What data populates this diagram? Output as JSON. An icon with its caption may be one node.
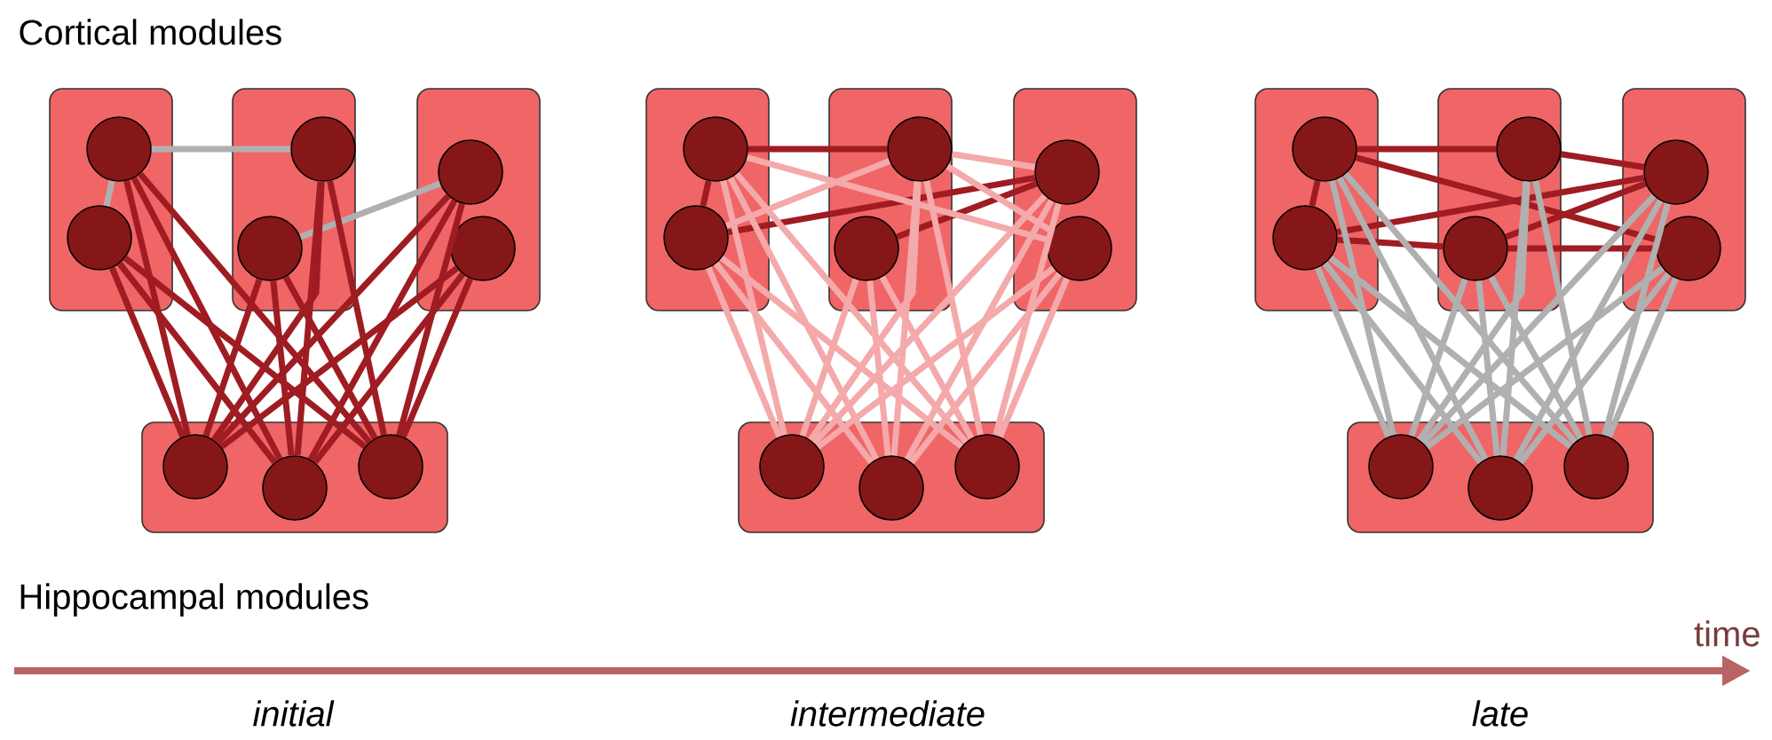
{
  "diagram": {
    "nodes": [
      {
        "text": [],
        "shape": "box"
      },
      {
        "text": [],
        "shape": "circle",
        "in": 0
      },
      {
        "text": [],
        "shape": "circle",
        "in": 0
      },
      {
        "text": [],
        "shape": "box"
      },
      {
        "text": [],
        "shape": "circle",
        "in": 3
      },
      {
        "text": [],
        "shape": "circle",
        "in": 3
      },
      {
        "text": [],
        "shape": "box"
      },
      {
        "text": [],
        "shape": "circle",
        "in": 6
      },
      {
        "text": [],
        "shape": "circle",
        "in": 6
      },
      {
        "text": [],
        "shape": "box"
      },
      {
        "text": [],
        "shape": "circle",
        "in": 9
      },
      {
        "text": [],
        "shape": "circle",
        "in": 9
      },
      {
        "text": [],
        "shape": "circle",
        "in": 9
      },
      {
        "text": [],
        "shape": "box"
      },
      {
        "text": [],
        "shape": "circle",
        "in": 13
      },
      {
        "text": [],
        "shape": "circle",
        "in": 13
      },
      {
        "text": [],
        "shape": "box"
      },
      {
        "text": [],
        "shape": "circle",
        "in": 16
      },
      {
        "text": [],
        "shape": "circle",
        "in": 16
      },
      {
        "text": [],
        "shape": "box"
      },
      {
        "text": [],
        "shape": "circle",
        "in": 19
      },
      {
        "text": [],
        "shape": "circle",
        "in": 19
      },
      {
        "text": [],
        "shape": "box"
      },
      {
        "text": [],
        "shape": "circle",
        "in": 22
      },
      {
        "text": [],
        "shape": "circle",
        "in": 22
      },
      {
        "text": [],
        "shape": "circle",
        "in": 22
      },
      {
        "text": [],
        "shape": "box"
      },
      {
        "text": [],
        "shape": "circle",
        "in": 26
      },
      {
        "text": [],
        "shape": "circle",
        "in": 26
      },
      {
        "text": [],
        "shape": "box"
      },
      {
        "text": [],
        "shape": "circle",
        "in": 29
      },
      {
        "text": [],
        "shape": "circle",
        "in": 29
      },
      {
        "text": [],
        "shape": "box"
      },
      {
        "text": [],
        "shape": "circle",
        "in": 32
      },
      {
        "text": [],
        "shape": "circle",
        "in": 32
      },
      {
        "text": [],
        "shape": "box"
      },
      {
        "text": [],
        "shape": "circle",
        "in": 35
      },
      {
        "text": [],
        "shape": "circle",
        "in": 35
      },
      {
        "text": [],
        "shape": "circle",
        "in": 35
      }
    ],
    "edges": [
      {
        "from": 1,
        "to": 2,
        "arrow": "none",
        "color": "#b0b0b0"
      },
      {
        "from": 1,
        "to": 4,
        "arrow": "none",
        "color": "#b0b0b0"
      },
      {
        "from": 5,
        "to": 7,
        "arrow": "none",
        "color": "#b0b0b0"
      },
      {
        "from": 10,
        "to": 1,
        "arrow": "none"
      },
      {
        "from": 10,
        "to": 2,
        "arrow": "none"
      },
      {
        "from": 10,
        "to": 4,
        "arrow": "none"
      },
      {
        "from": 10,
        "to": 5,
        "arrow": "none"
      },
      {
        "from": 10,
        "to": 7,
        "arrow": "none"
      },
      {
        "from": 10,
        "to": 8,
        "arrow": "none"
      },
      {
        "from": 11,
        "to": 1,
        "arrow": "none"
      },
      {
        "from": 11,
        "to": 2,
        "arrow": "none"
      },
      {
        "from": 11,
        "to": 4,
        "arrow": "none"
      },
      {
        "from": 11,
        "to": 5,
        "arrow": "none"
      },
      {
        "from": 11,
        "to": 7,
        "arrow": "none"
      },
      {
        "from": 11,
        "to": 8,
        "arrow": "none"
      },
      {
        "from": 12,
        "to": 1,
        "arrow": "none"
      },
      {
        "from": 12,
        "to": 2,
        "arrow": "none"
      },
      {
        "from": 12,
        "to": 4,
        "arrow": "none"
      },
      {
        "from": 12,
        "to": 5,
        "arrow": "none"
      },
      {
        "from": 12,
        "to": 7,
        "arrow": "none"
      },
      {
        "from": 12,
        "to": 8,
        "arrow": "none"
      },
      {
        "from": 14,
        "to": 15,
        "arrow": "none"
      },
      {
        "from": 14,
        "to": 17,
        "arrow": "none"
      },
      {
        "from": 15,
        "to": 20,
        "arrow": "none"
      },
      {
        "from": 18,
        "to": 20,
        "arrow": "none"
      },
      {
        "from": 14,
        "to": 21,
        "arrow": "none",
        "color": "#f4a9ab"
      },
      {
        "from": 15,
        "to": 17,
        "arrow": "none",
        "color": "#f4a9ab"
      },
      {
        "from": 17,
        "to": 20,
        "arrow": "none",
        "color": "#f4a9ab"
      },
      {
        "from": 17,
        "to": 21,
        "arrow": "none",
        "color": "#f4a9ab"
      },
      {
        "from": 23,
        "to": 14,
        "arrow": "none",
        "color": "#f4a9ab"
      },
      {
        "from": 23,
        "to": 15,
        "arrow": "none",
        "color": "#f4a9ab"
      },
      {
        "from": 23,
        "to": 17,
        "arrow": "none",
        "color": "#f4a9ab"
      },
      {
        "from": 23,
        "to": 18,
        "arrow": "none",
        "color": "#f4a9ab"
      },
      {
        "from": 23,
        "to": 20,
        "arrow": "none",
        "color": "#f4a9ab"
      },
      {
        "from": 23,
        "to": 21,
        "arrow": "none",
        "color": "#f4a9ab"
      },
      {
        "from": 24,
        "to": 14,
        "arrow": "none",
        "color": "#f4a9ab"
      },
      {
        "from": 24,
        "to": 15,
        "arrow": "none",
        "color": "#f4a9ab"
      },
      {
        "from": 24,
        "to": 17,
        "arrow": "none",
        "color": "#f4a9ab"
      },
      {
        "from": 24,
        "to": 18,
        "arrow": "none",
        "color": "#f4a9ab"
      },
      {
        "from": 24,
        "to": 20,
        "arrow": "none",
        "color": "#f4a9ab"
      },
      {
        "from": 24,
        "to": 21,
        "arrow": "none",
        "color": "#f4a9ab"
      },
      {
        "from": 25,
        "to": 14,
        "arrow": "none",
        "color": "#f4a9ab"
      },
      {
        "from": 25,
        "to": 15,
        "arrow": "none",
        "color": "#f4a9ab"
      },
      {
        "from": 25,
        "to": 17,
        "arrow": "none",
        "color": "#f4a9ab"
      },
      {
        "from": 25,
        "to": 18,
        "arrow": "none",
        "color": "#f4a9ab"
      },
      {
        "from": 25,
        "to": 20,
        "arrow": "none",
        "color": "#f4a9ab"
      },
      {
        "from": 25,
        "to": 21,
        "arrow": "none",
        "color": "#f4a9ab"
      },
      {
        "from": 27,
        "to": 28,
        "arrow": "none"
      },
      {
        "from": 27,
        "to": 30,
        "arrow": "none"
      },
      {
        "from": 27,
        "to": 34,
        "arrow": "none"
      },
      {
        "from": 28,
        "to": 31,
        "arrow": "none"
      },
      {
        "from": 28,
        "to": 33,
        "arrow": "none"
      },
      {
        "from": 30,
        "to": 33,
        "arrow": "none"
      },
      {
        "from": 31,
        "to": 33,
        "arrow": "none"
      },
      {
        "from": 31,
        "to": 34,
        "arrow": "none"
      },
      {
        "from": 36,
        "to": 27,
        "arrow": "none",
        "color": "#b0b0b0"
      },
      {
        "from": 36,
        "to": 28,
        "arrow": "none",
        "color": "#b0b0b0"
      },
      {
        "from": 36,
        "to": 30,
        "arrow": "none",
        "color": "#b0b0b0"
      },
      {
        "from": 36,
        "to": 31,
        "arrow": "none",
        "color": "#b0b0b0"
      },
      {
        "from": 36,
        "to": 33,
        "arrow": "none",
        "color": "#b0b0b0"
      },
      {
        "from": 36,
        "to": 34,
        "arrow": "none",
        "color": "#b0b0b0"
      },
      {
        "from": 37,
        "to": 27,
        "arrow": "none",
        "color": "#b0b0b0"
      },
      {
        "from": 37,
        "to": 28,
        "arrow": "none",
        "color": "#b0b0b0"
      },
      {
        "from": 37,
        "to": 30,
        "arrow": "none",
        "color": "#b0b0b0"
      },
      {
        "from": 37,
        "to": 31,
        "arrow": "none",
        "color": "#b0b0b0"
      },
      {
        "from": 37,
        "to": 33,
        "arrow": "none",
        "color": "#b0b0b0"
      },
      {
        "from": 37,
        "to": 34,
        "arrow": "none",
        "color": "#b0b0b0"
      },
      {
        "from": 38,
        "to": 27,
        "arrow": "none",
        "color": "#b0b0b0"
      },
      {
        "from": 38,
        "to": 28,
        "arrow": "none",
        "color": "#b0b0b0"
      },
      {
        "from": 38,
        "to": 30,
        "arrow": "none",
        "color": "#b0b0b0"
      },
      {
        "from": 38,
        "to": 31,
        "arrow": "none",
        "color": "#b0b0b0"
      },
      {
        "from": 38,
        "to": 33,
        "arrow": "none",
        "color": "#b0b0b0"
      },
      {
        "from": 38,
        "to": 34,
        "arrow": "none",
        "color": "#b0b0b0"
      }
    ],
    "labels": [
      "Cortical modules",
      "Hippocampal modules",
      "time",
      "initial",
      "intermediate",
      "late"
    ]
  }
}
